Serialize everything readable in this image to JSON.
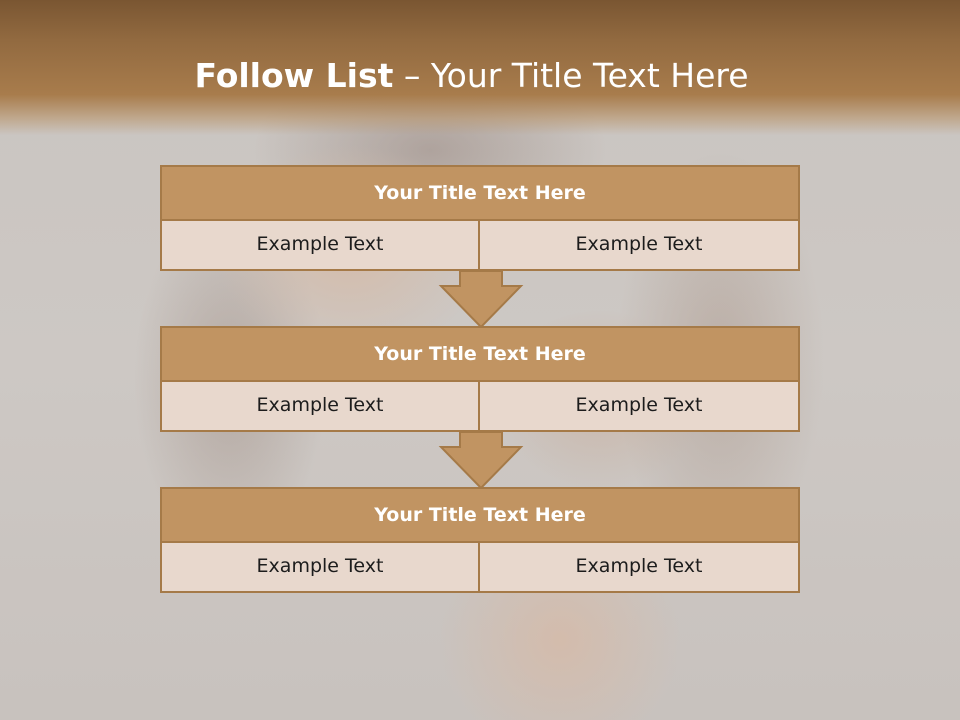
{
  "slide": {
    "title_bold": "Follow List",
    "title_rest": " – Your Title Text Here"
  },
  "blocks": [
    {
      "title": "Your Title Text Here",
      "left_text": "Example Text",
      "right_text": "Example Text"
    },
    {
      "title": "Your Title Text Here",
      "left_text": "Example Text",
      "right_text": "Example Text"
    },
    {
      "title": "Your Title Text Here",
      "left_text": "Example Text",
      "right_text": "Example Text"
    }
  ],
  "colors": {
    "header_dark": "#7a5632",
    "title_fill": "#c19462",
    "cell_fill": "#e8d8cd",
    "border": "#a57a48",
    "arrow_fill": "#c19462"
  },
  "icons": [
    "down-arrow-icon",
    "down-arrow-icon"
  ]
}
